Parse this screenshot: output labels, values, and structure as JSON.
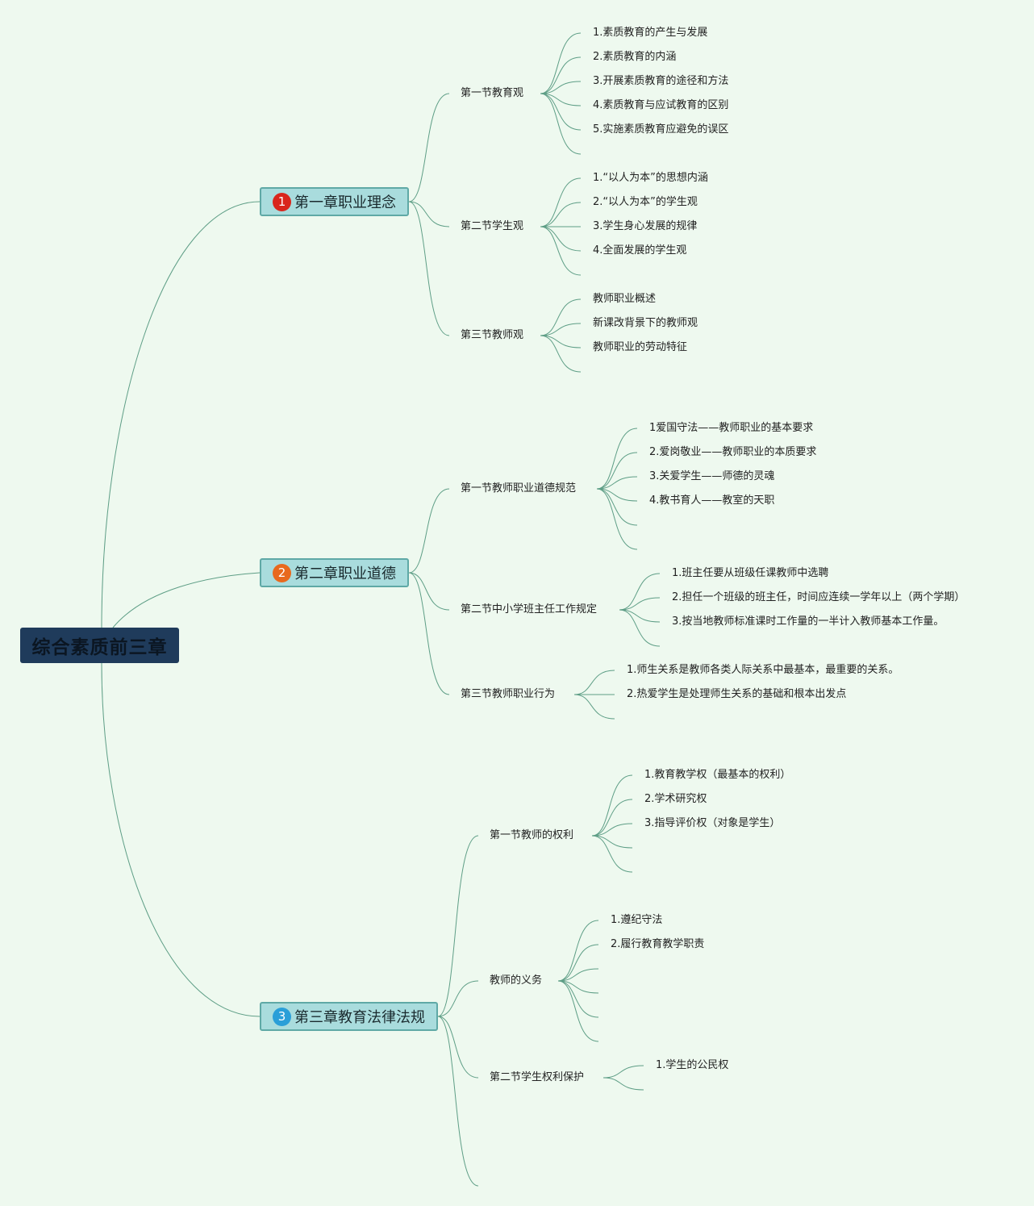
{
  "root": {
    "title": "综合素质前三章"
  },
  "chapters": [
    {
      "label": "第一章职业理念",
      "badge": "1",
      "badge_color": "#d9261c",
      "sections": [
        {
          "label": "第一节教育观",
          "items": [
            "1.素质教育的产生与发展",
            "2.素质教育的内涵",
            "3.开展素质教育的途径和方法",
            "4.素质教育与应试教育的区别",
            "5.实施素质教育应避免的误区"
          ]
        },
        {
          "label": "第二节学生观",
          "items": [
            "1.“以人为本”的思想内涵",
            "2.“以人为本”的学生观",
            "3.学生身心发展的规律",
            "4.全面发展的学生观"
          ]
        },
        {
          "label": "第三节教师观",
          "items": [
            "教师职业概述",
            "新课改背景下的教师观",
            "教师职业的劳动特征"
          ]
        }
      ]
    },
    {
      "label": "第二章职业道德",
      "badge": "2",
      "badge_color": "#e8691d",
      "sections": [
        {
          "label": "第一节教师职业道德规范",
          "items": [
            "1爱国守法——教师职业的基本要求",
            "2.爱岗敬业——教师职业的本质要求",
            "3.关爱学生——师德的灵魂",
            "4.教书育人——教室的天职"
          ]
        },
        {
          "label": "第二节中小学班主任工作规定",
          "items": [
            "1.班主任要从班级任课教师中选聘",
            "2.担任一个班级的班主任，时间应连续一学年以上（两个学期）",
            "3.按当地教师标准课时工作量的一半计入教师基本工作量。"
          ]
        },
        {
          "label": "第三节教师职业行为",
          "items": [
            "1.师生关系是教师各类人际关系中最基本，最重要的关系。",
            "2.热爱学生是处理师生关系的基础和根本出发点"
          ]
        }
      ]
    },
    {
      "label": "第三章教育法律法规",
      "badge": "3",
      "badge_color": "#2a9fd8",
      "sections": [
        {
          "label": "第一节教师的权利",
          "items": [
            "1.教育教学权（最基本的权利）",
            "2.学术研究权",
            "3.指导评价权（对象是学生）"
          ]
        },
        {
          "label": "教师的义务",
          "items": [
            "1.遵纪守法",
            "2.履行教育教学职责"
          ]
        },
        {
          "label": "第二节学生权利保护",
          "items": [
            "1.学生的公民权"
          ]
        }
      ]
    }
  ],
  "colors": {
    "line": "#5e9e86",
    "root_fill": "#1f3b5b",
    "chapter_fill": "#a9dcdd",
    "background": "#eef9ef"
  }
}
